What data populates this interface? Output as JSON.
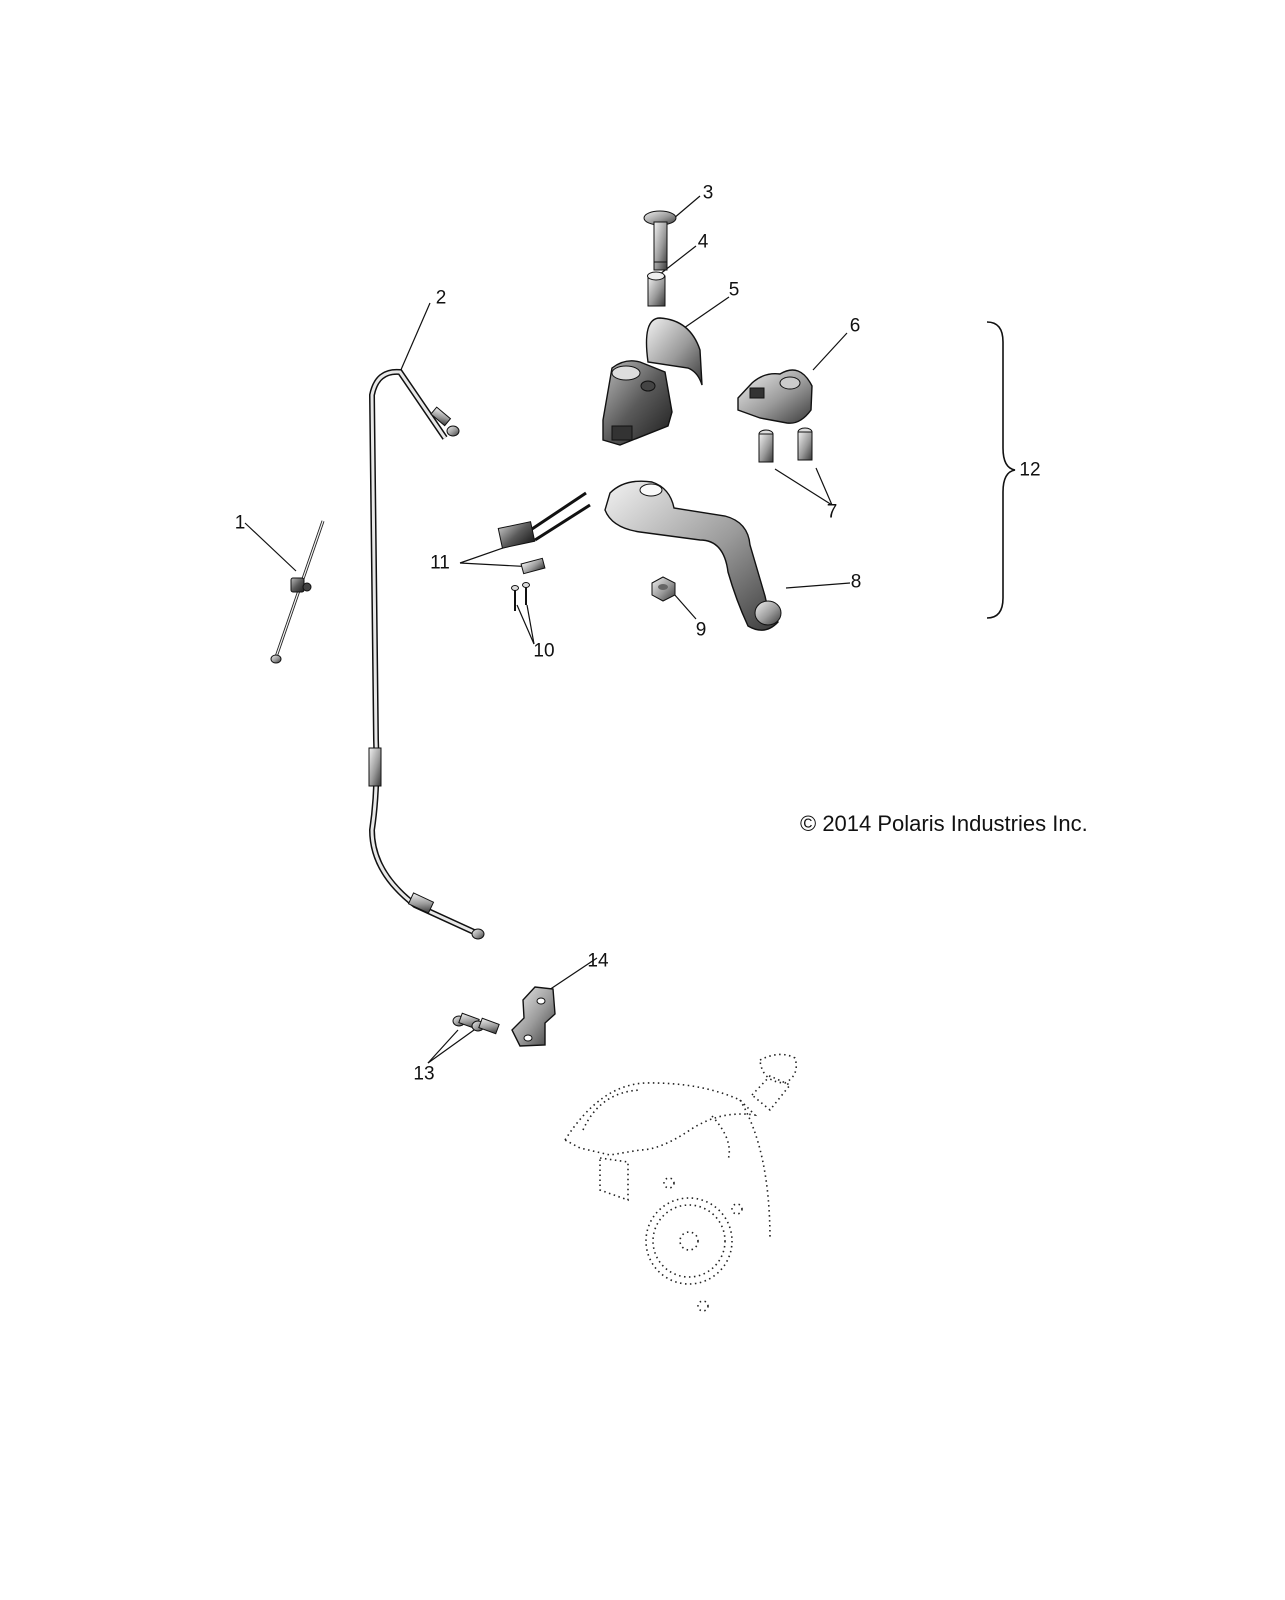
{
  "callouts": {
    "c1": "1",
    "c2": "2",
    "c3": "3",
    "c4": "4",
    "c5": "5",
    "c6": "6",
    "c7": "7",
    "c8": "8",
    "c9": "9",
    "c10": "10",
    "c11": "11",
    "c12": "12",
    "c13": "13",
    "c14": "14"
  },
  "copyright": "© 2014 Polaris Industries Inc."
}
